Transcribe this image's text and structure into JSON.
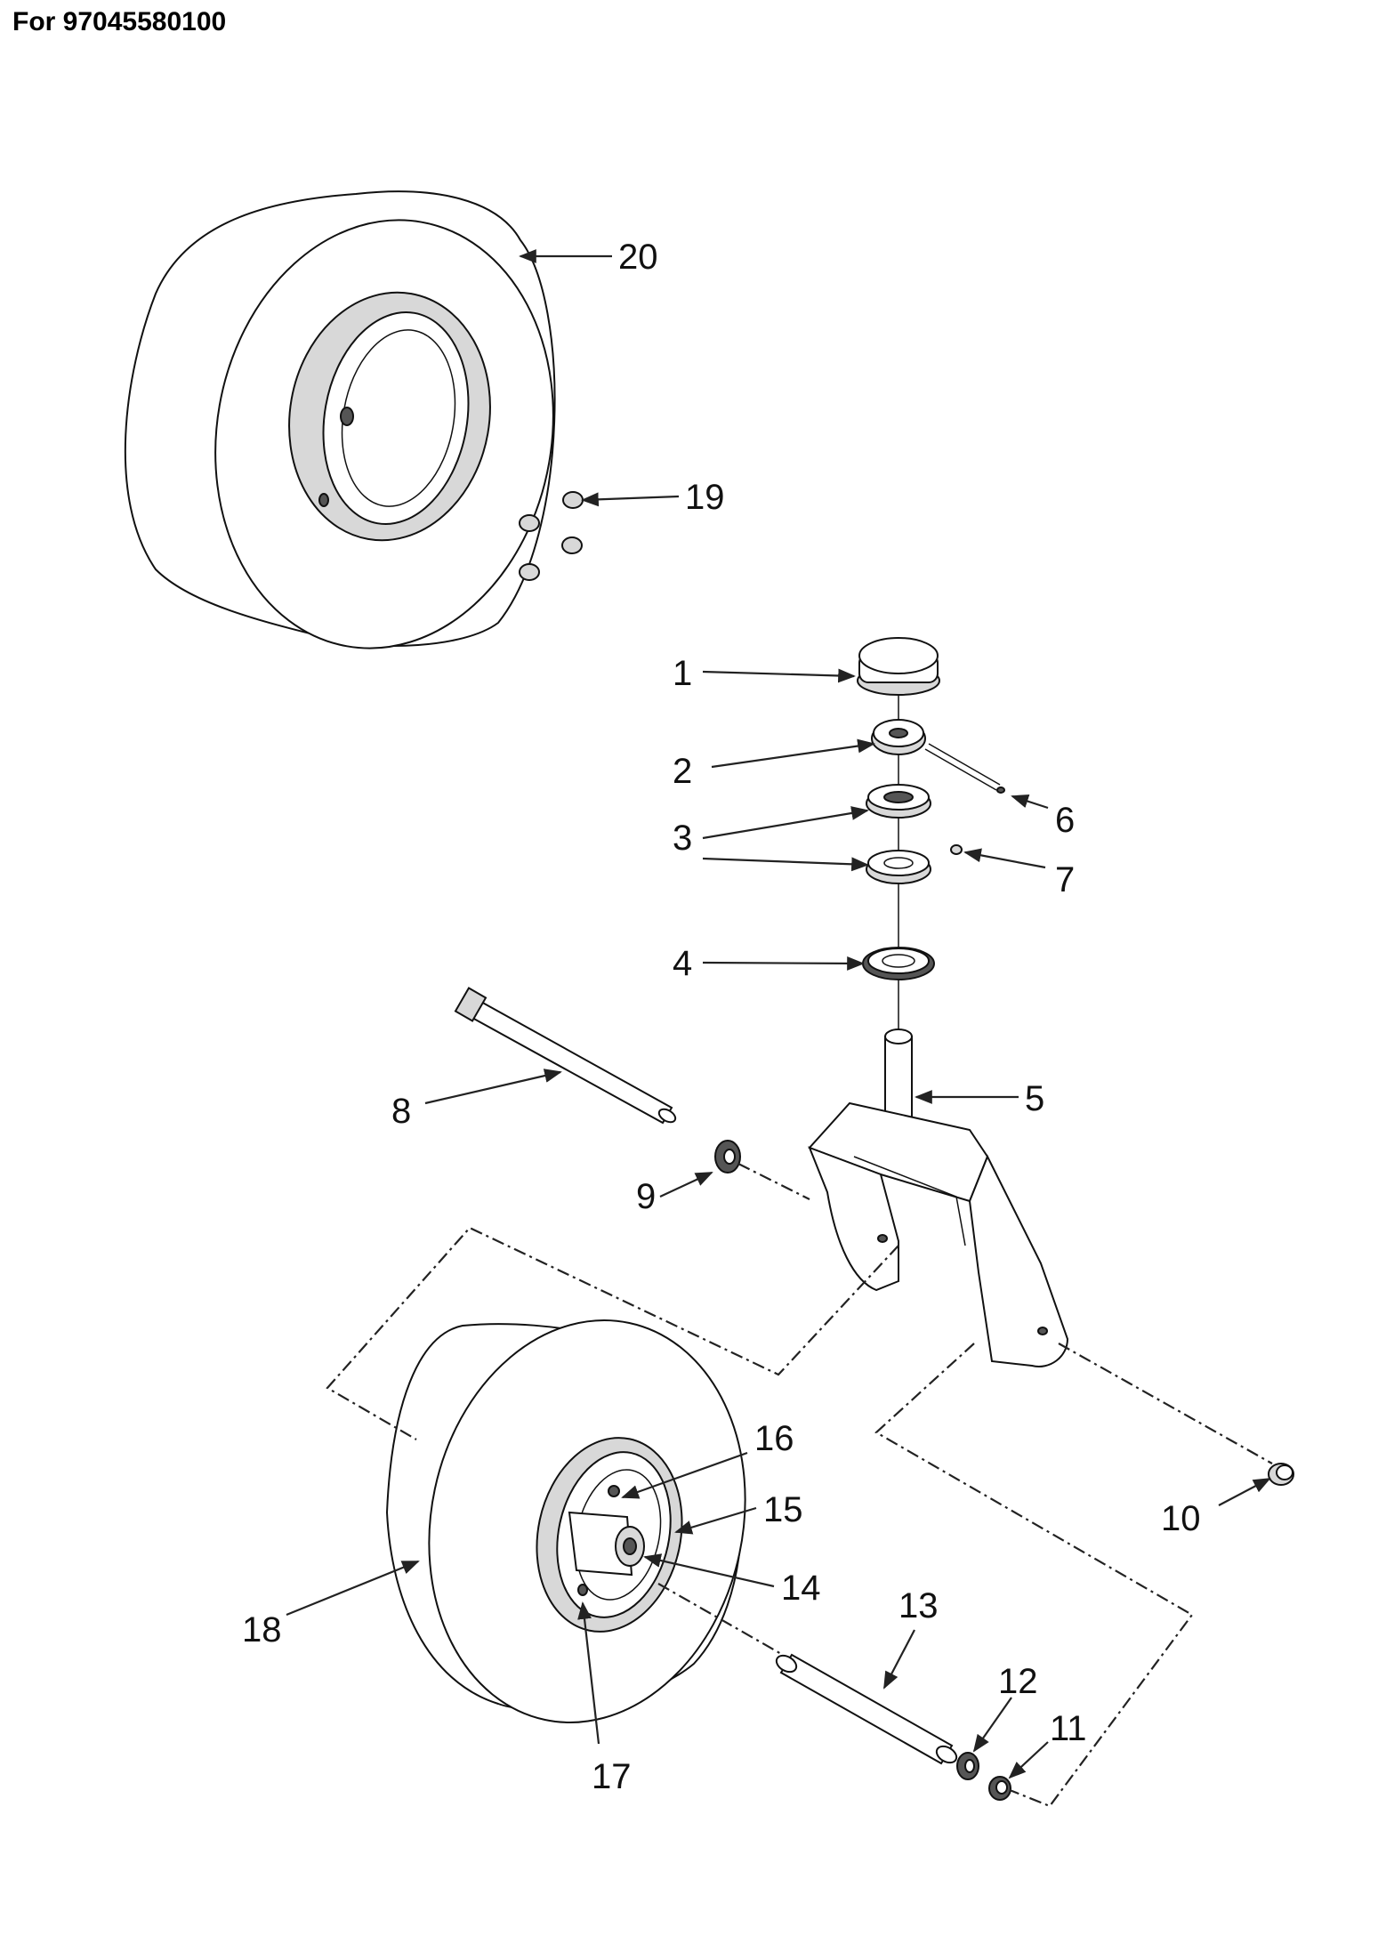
{
  "header": {
    "title": "For 97045580100"
  },
  "callouts": [
    {
      "id": "c1",
      "label": "1"
    },
    {
      "id": "c2",
      "label": "2"
    },
    {
      "id": "c3a",
      "label": "3"
    },
    {
      "id": "c3b",
      "label": "3"
    },
    {
      "id": "c4",
      "label": "4"
    },
    {
      "id": "c5",
      "label": "5"
    },
    {
      "id": "c6",
      "label": "6"
    },
    {
      "id": "c7",
      "label": "7"
    },
    {
      "id": "c8",
      "label": "8"
    },
    {
      "id": "c9",
      "label": "9"
    },
    {
      "id": "c10",
      "label": "10"
    },
    {
      "id": "c11",
      "label": "11"
    },
    {
      "id": "c12",
      "label": "12"
    },
    {
      "id": "c13",
      "label": "13"
    },
    {
      "id": "c14",
      "label": "14"
    },
    {
      "id": "c15",
      "label": "15"
    },
    {
      "id": "c16",
      "label": "16"
    },
    {
      "id": "c17",
      "label": "17"
    },
    {
      "id": "c18",
      "label": "18"
    },
    {
      "id": "c19",
      "label": "19"
    },
    {
      "id": "c20",
      "label": "20"
    }
  ]
}
